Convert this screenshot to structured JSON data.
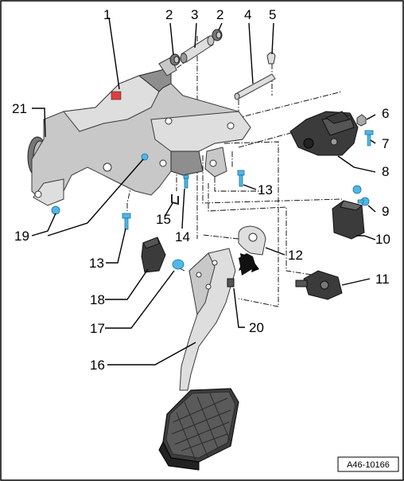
{
  "figure_code": "A46-10166",
  "callouts": [
    "1",
    "2",
    "2",
    "3",
    "4",
    "5",
    "6",
    "7",
    "8",
    "9",
    "10",
    "11",
    "12",
    "13",
    "13",
    "14",
    "15",
    "16",
    "17",
    "18",
    "19",
    "20",
    "21"
  ],
  "colors": {
    "fastener": "#4fb8e6",
    "metal": "#c8c8c8",
    "rubber": "#3b3b3b"
  }
}
